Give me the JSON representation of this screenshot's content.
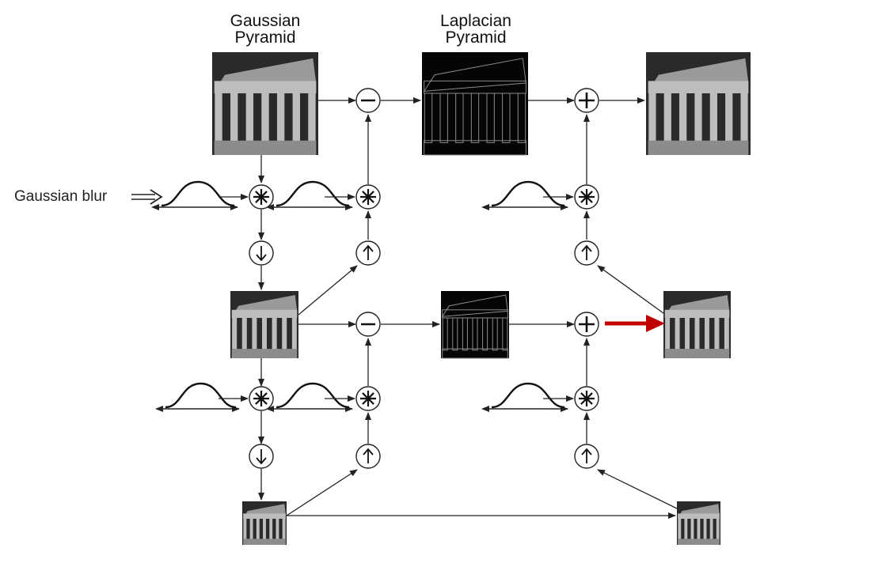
{
  "headers": {
    "gaussian": [
      "Gaussian",
      "Pyramid"
    ],
    "laplacian": [
      "Laplacian",
      "Pyramid"
    ]
  },
  "side_label": "Gaussian blur",
  "operator_symbols": {
    "subtract": "−",
    "add": "+",
    "convolve": "✳",
    "downsample": "↓",
    "upsample": "↑"
  },
  "colors": {
    "line": "#222222",
    "highlight_arrow": "#c00000",
    "photo_sky": "#2a2a2a",
    "photo_stone": "#bdbdbd"
  }
}
